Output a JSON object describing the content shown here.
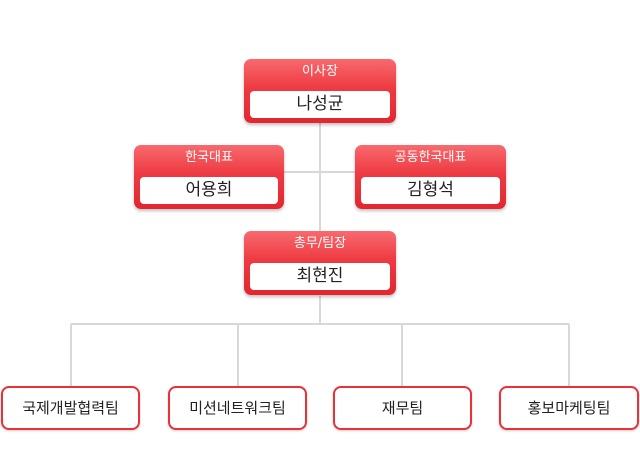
{
  "chairman": {
    "title": "이사장",
    "name": "나성균"
  },
  "rep_korea": {
    "title": "한국대표",
    "name": "어용희"
  },
  "co_rep_korea": {
    "title": "공동한국대표",
    "name": "김형석"
  },
  "general_affairs": {
    "title": "총무/팀장",
    "name": "최현진"
  },
  "teams": [
    {
      "label": "국제개발협력팀"
    },
    {
      "label": "미션네트워크팀"
    },
    {
      "label": "재무팀"
    },
    {
      "label": "홍보마케팅팀"
    }
  ],
  "colors": {
    "accent": "#e8323a",
    "connector": "#d8d8d8"
  }
}
